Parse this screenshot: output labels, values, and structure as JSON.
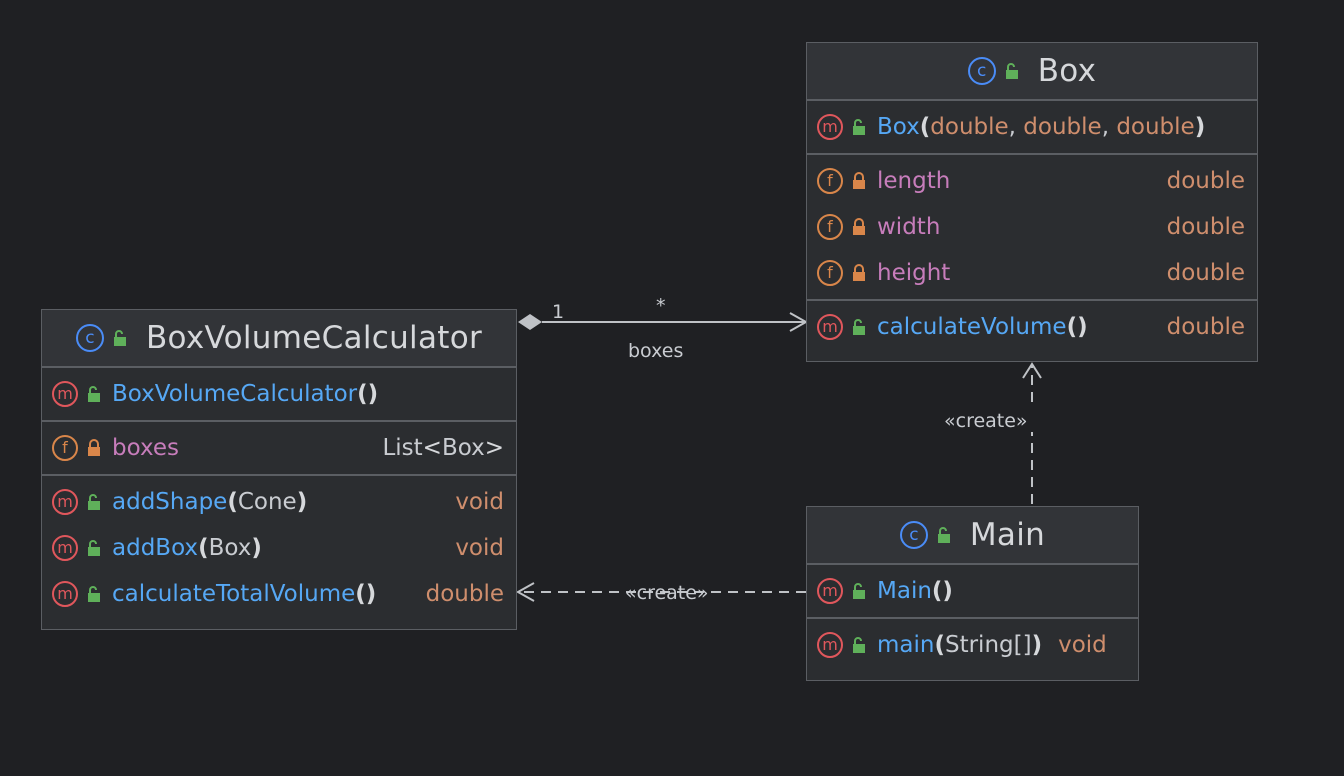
{
  "classes": {
    "box": {
      "name": "Box",
      "constructor": {
        "name": "Box",
        "params": [
          "double",
          "double",
          "double"
        ]
      },
      "fields": [
        {
          "name": "length",
          "type": "double"
        },
        {
          "name": "width",
          "type": "double"
        },
        {
          "name": "height",
          "type": "double"
        }
      ],
      "methods": [
        {
          "name": "calculateVolume",
          "params": "()",
          "type": "double"
        }
      ]
    },
    "calc": {
      "name": "BoxVolumeCalculator",
      "constructor": {
        "name": "BoxVolumeCalculator",
        "params": "()"
      },
      "field": {
        "name": "boxes",
        "type_outer": "List",
        "type_lt": "<",
        "type_inner": "Box",
        "type_gt": ">"
      },
      "methods": [
        {
          "name": "addShape",
          "param": "Cone",
          "type": "void"
        },
        {
          "name": "addBox",
          "param": "Box",
          "type": "void"
        },
        {
          "name": "calculateTotalVolume",
          "param": "",
          "type": "double"
        }
      ]
    },
    "main": {
      "name": "Main",
      "constructor": {
        "name": "Main",
        "params": "()"
      },
      "methods": [
        {
          "name": "main",
          "param": "String[]",
          "type": "void"
        }
      ]
    }
  },
  "edges": {
    "aggregation": {
      "source_mult": "1",
      "target_mult": "*",
      "label": "boxes"
    },
    "create_box": {
      "label": "«create»"
    },
    "create_calc": {
      "label": "«create»"
    }
  },
  "icons": {
    "method": "m-circle-icon",
    "field": "f-circle-icon",
    "class": "c-circle-icon",
    "public": "unlocked-padlock-icon",
    "private": "locked-padlock-icon"
  },
  "colors": {
    "background": "#1f2023",
    "method_name": "#56a8f5",
    "field_name": "#c77dbb",
    "type": "#cf8e6d",
    "method_icon": "#e0575c",
    "field_icon": "#d9864a",
    "class_icon": "#4a8cf7",
    "public_icon": "#5fb05a",
    "private_icon": "#d9864a"
  }
}
